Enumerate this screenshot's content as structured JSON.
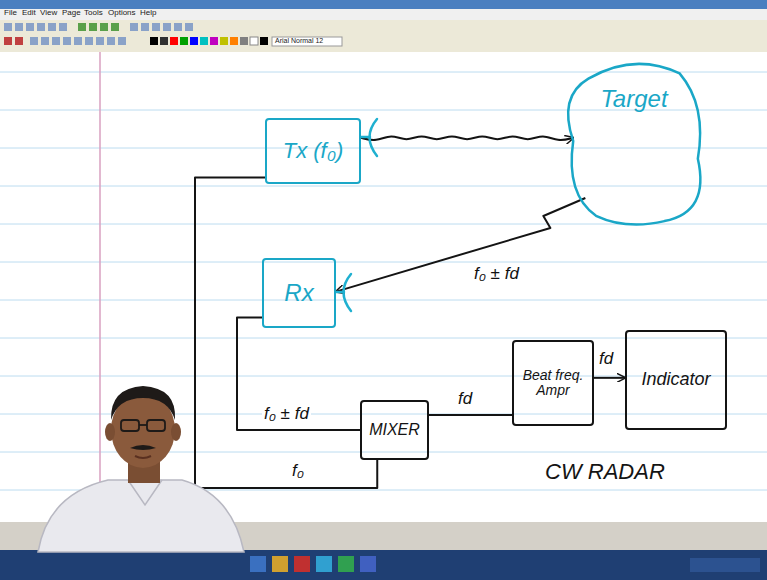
{
  "diagram": {
    "nodes": [
      {
        "text": [
          "Tx (f₀)"
        ]
      },
      {
        "text": [
          "Target"
        ]
      },
      {
        "text": [
          "Rx"
        ]
      },
      {
        "text": [
          "MIXER"
        ]
      },
      {
        "text": [
          "Beat freq. Ampr"
        ]
      },
      {
        "text": [
          "Indicator"
        ]
      }
    ],
    "edges": [
      {
        "from": 0,
        "to": 1,
        "arrow": "to"
      },
      {
        "from": 1,
        "to": 2,
        "label": "f₀ ± fd",
        "arrow": "to"
      },
      {
        "from": 2,
        "to": 3,
        "label": "f₀ ± fd",
        "arrow": "none"
      },
      {
        "from": 0,
        "to": 3,
        "label": "f₀",
        "arrow": "none"
      },
      {
        "from": 3,
        "to": 4,
        "label": "fd",
        "arrow": "none"
      },
      {
        "from": 4,
        "to": 5,
        "label": "fd",
        "arrow": "to"
      }
    ],
    "labels": [
      "File",
      "Edit",
      "View",
      "Page",
      "Tools",
      "Options",
      "Help",
      "Arial Normal 12",
      "CW RADAR"
    ]
  }
}
